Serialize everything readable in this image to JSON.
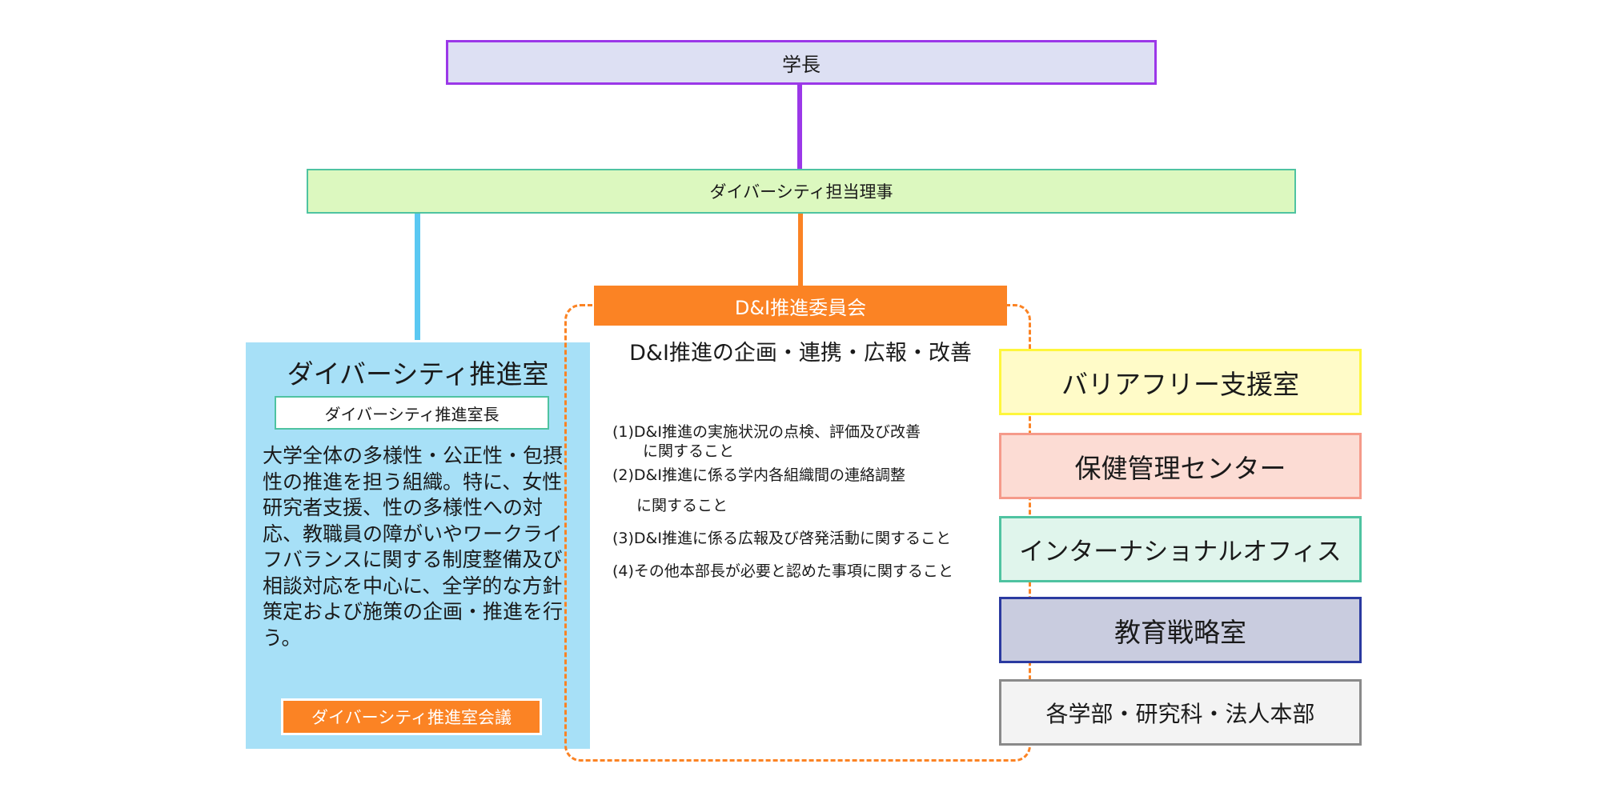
{
  "president": "学長",
  "director": "ダイバーシティ担当理事",
  "diversity_office": {
    "title": "ダイバーシティ推進室",
    "head": "ダイバーシティ推進室長",
    "description": "大学全体の多様性・公正性・包摂性の推進を担う組織。特に、女性研究者支援、性の多様性への対応、教職員の障がいやワークライフバランスに関する制度整備及び相談対応を中心に、全学的な方針策定および施策の企画・推進を行う。",
    "meeting": "ダイバーシティ推進室会議"
  },
  "committee": {
    "title": "D&I推進委員会",
    "subtitle": "D&I推進の企画・連携・広報・改善",
    "items": [
      {
        "line1": "(1)D&I推進の実施状況の点検、評価及び改善",
        "line2": "に関すること"
      },
      {
        "line1": "(2)D&I推進に係る学内各組織間の連絡調整",
        "line2": "に関すること"
      },
      {
        "line1": "(3)D&I推進に係る広報及び啓発活動に関すること"
      },
      {
        "line1": "(4)その他本部長が必要と認めた事項に関すること"
      }
    ]
  },
  "units": [
    "バリアフリー支援室",
    "保健管理センター",
    "インターナショナルオフィス",
    "教育戦略室",
    "各学部・研究科・法人本部"
  ],
  "colors": {
    "purple": "#9b38e8",
    "orange": "#fb8324",
    "light_blue": "#a7e0f7",
    "teal": "#4fc3a1"
  }
}
